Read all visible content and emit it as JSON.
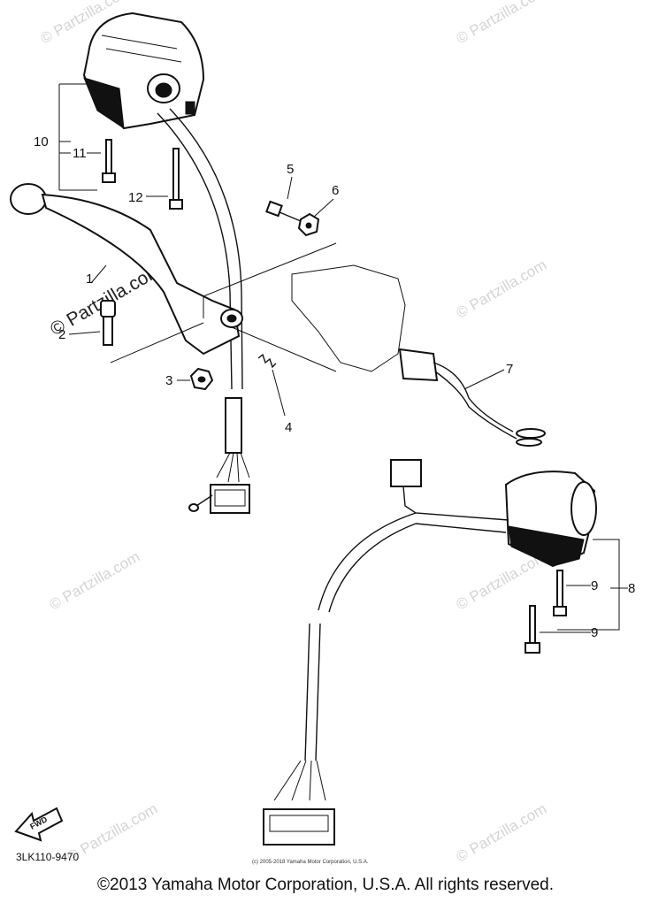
{
  "watermarks": {
    "text": "© Partzilla.com",
    "bold_text": "© Partzilla.com"
  },
  "callouts": {
    "c1": "1",
    "c2": "2",
    "c3": "3",
    "c4": "4",
    "c5": "5",
    "c6": "6",
    "c7": "7",
    "c8": "8",
    "c9a": "9",
    "c9b": "9",
    "c10": "10",
    "c11": "11",
    "c12": "12"
  },
  "fwd_label": "FWD",
  "part_code": "3LK110-9470",
  "small_copyright": "(c) 2005-2018 Yamaha Motor Corporation, U.S.A.",
  "footer": "©2013 Yamaha Motor Corporation, U.S.A. All rights reserved."
}
